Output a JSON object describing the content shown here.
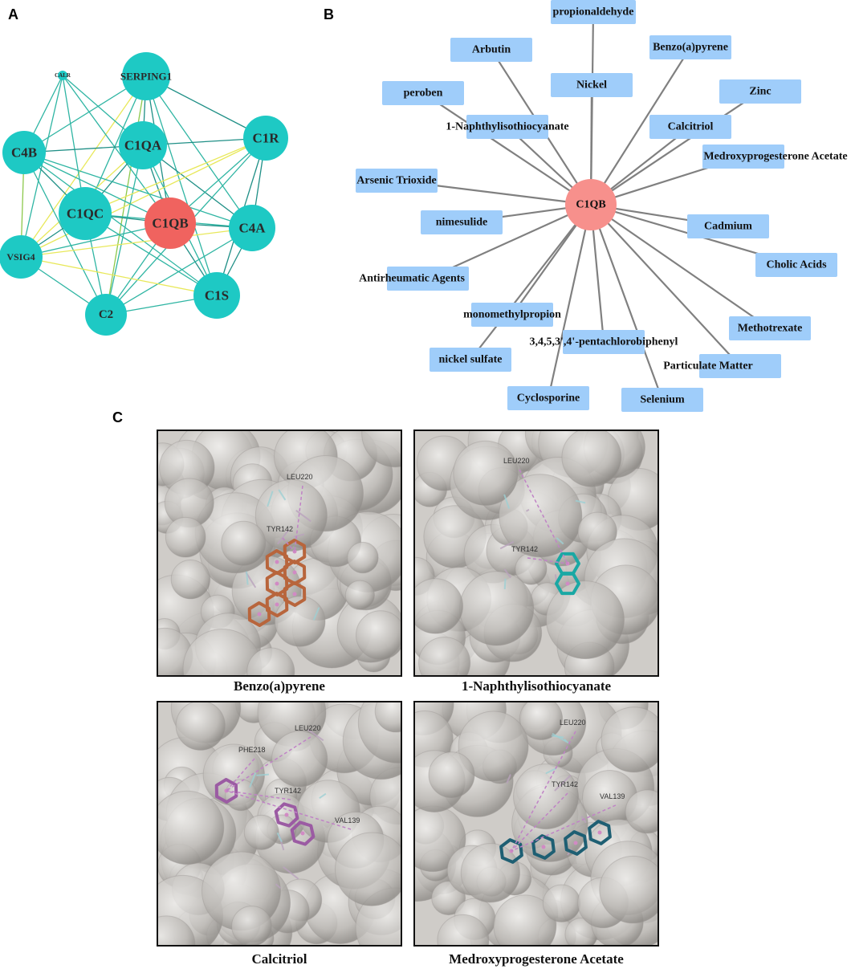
{
  "panels": {
    "a": "A",
    "b": "B",
    "c": "C"
  },
  "network_a": {
    "nodes": [
      {
        "id": "CALR",
        "label": "CALR",
        "hub": false
      },
      {
        "id": "SERPING1",
        "label": "SERPING1",
        "hub": false
      },
      {
        "id": "C1QA",
        "label": "C1QA",
        "hub": false
      },
      {
        "id": "C1R",
        "label": "C1R",
        "hub": false
      },
      {
        "id": "C4B",
        "label": "C4B",
        "hub": false
      },
      {
        "id": "C1QC",
        "label": "C1QC",
        "hub": false
      },
      {
        "id": "C1QB",
        "label": "C1QB",
        "hub": true
      },
      {
        "id": "C4A",
        "label": "C4A",
        "hub": false
      },
      {
        "id": "VSIG4",
        "label": "VSIG4",
        "hub": false
      },
      {
        "id": "C1S",
        "label": "C1S",
        "hub": false
      },
      {
        "id": "C2",
        "label": "C2",
        "hub": false
      }
    ],
    "colors": {
      "node": "#1ec9c4",
      "hub": "#f0635f",
      "edge_dark": "#1f8f86",
      "edge_mid": "#2fb5a3",
      "edge_yellow": "#e8e85a",
      "edge_green": "#8cc84b"
    }
  },
  "network_b": {
    "center": "C1QB",
    "chemicals": [
      "propionaldehyde",
      "Arbutin",
      "Benzo(a)pyrene",
      "Nickel",
      "Zinc",
      "peroben",
      "1-Naphthylisothiocyanate",
      "Calcitriol",
      "Medroxyprogesterone Acetate",
      "Arsenic Trioxide",
      "nimesulide",
      "Cadmium",
      "Cholic Acids",
      "Antirheumatic Agents",
      "monomethylpropion",
      "Methotrexate",
      "3,4,5,3',4'-pentachlorobiphenyl",
      "Particulate Matter",
      "nickel sulfate",
      "Cyclosporine",
      "Selenium"
    ],
    "colors": {
      "center": "#f7908c",
      "box": "#9fcdfa",
      "edge": "#808080"
    }
  },
  "docking": [
    {
      "caption": "Benzo(a)pyrene",
      "residues": [
        "LEU220",
        "TYR142"
      ],
      "ligand_color": "#b8653c"
    },
    {
      "caption": "1-Naphthylisothiocyanate",
      "residues": [
        "LEU220",
        "TYR142"
      ],
      "ligand_color": "#1aa8a4"
    },
    {
      "caption": "Calcitriol",
      "residues": [
        "LEU220",
        "PHE218",
        "TYR142",
        "VAL139"
      ],
      "ligand_color": "#9b5ba3"
    },
    {
      "caption": "Medroxyprogesterone Acetate",
      "residues": [
        "LEU220",
        "TYR142",
        "VAL139"
      ],
      "ligand_color": "#1e5f73"
    }
  ]
}
